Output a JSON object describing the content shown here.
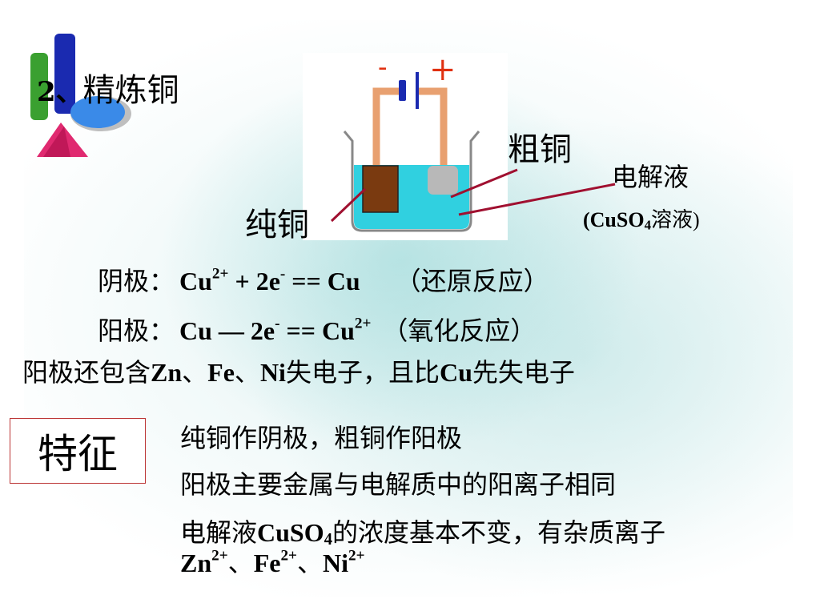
{
  "title": {
    "number": "2、",
    "text": "精炼铜"
  },
  "diagram": {
    "terminal_neg": "-",
    "terminal_pos": "+",
    "label_rough": "粗铜",
    "label_pure": "纯铜",
    "label_electrolyte": "电解液",
    "label_solution_open": "(CuSO",
    "label_solution_sub": "4",
    "label_solution_close": "溶液)"
  },
  "equations": {
    "cathode_label": "阴极：",
    "cathode_cu": "Cu",
    "cathode_sup1": "2+",
    "cathode_mid": " + 2e",
    "cathode_sup2": "-",
    "cathode_end": "  == Cu",
    "cathode_type": "（还原反应）",
    "anode_label": "阳极：",
    "anode_start": "Cu —  2e",
    "anode_sup1": "-",
    "anode_mid": "  == Cu",
    "anode_sup2": "2+",
    "anode_type": "（氧化反应）"
  },
  "note": {
    "a": "阳极还包含",
    "b": "Zn",
    "c": "、",
    "d": "Fe",
    "e": "、",
    "f": "Ni",
    "g": "失电子，且比",
    "h": "Cu",
    "i": "先失电子"
  },
  "features": {
    "label": "特征",
    "line1": "纯铜作阴极，粗铜作阳极",
    "line2": "阳极主要金属与电解质中的阳离子相同",
    "line3_a": "电解液",
    "line3_b": "CuSO",
    "line3_sub": "4",
    "line3_c": "的浓度基本不变，有杂质离子",
    "line4_zn": "Zn",
    "line4_zn_sup": "2+",
    "line4_sep1": "、",
    "line4_fe": "Fe",
    "line4_fe_sup": "2+",
    "line4_sep2": "、",
    "line4_ni": "Ni",
    "line4_ni_sup": "2+"
  },
  "colors": {
    "wire": "#e8a070",
    "pure_copper": "#7a3a10",
    "rough_copper": "#b8b8b8",
    "solution": "#30d0e0",
    "pointer": "#a01030",
    "terminal_neg": "#e03010",
    "terminal_pos": "#e03010",
    "box_border": "#b33333"
  }
}
